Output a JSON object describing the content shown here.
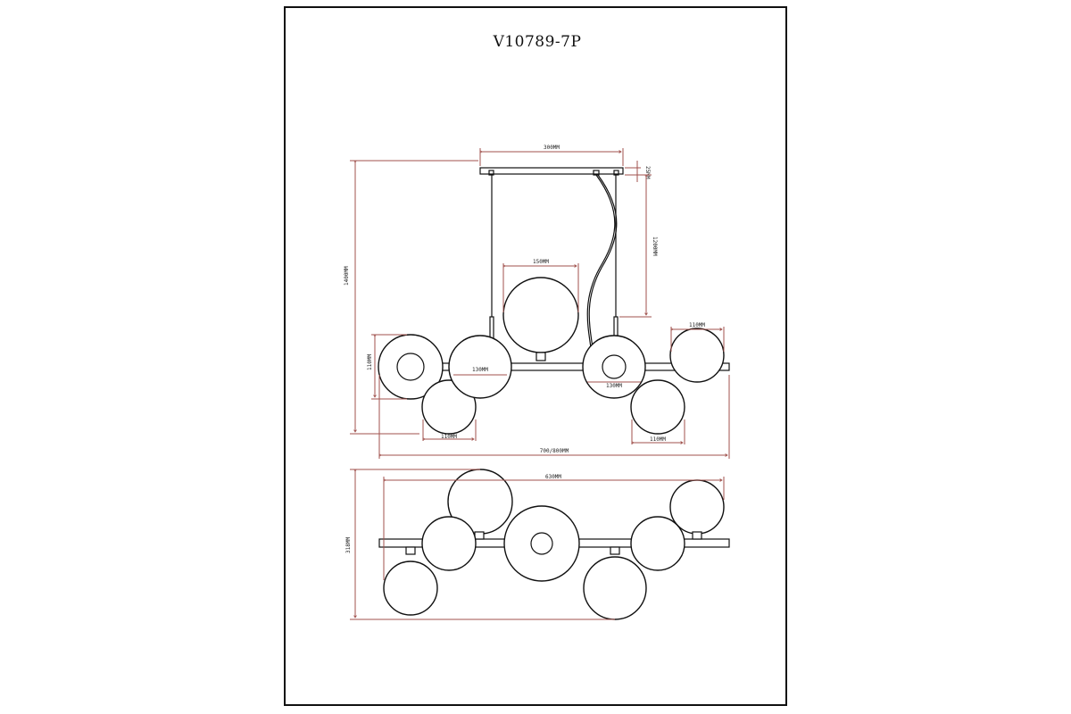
{
  "title": "V10789-7P",
  "dimensions": {
    "canopy_width": "300MM",
    "canopy_height": "25MM",
    "cable_length": "1200MM",
    "total_height": "1400MM",
    "center_globe": "150MM",
    "side_globe_top_right": "110MM",
    "left_globe_height": "110MM",
    "mid_globe_left": "130MM",
    "mid_globe_right": "130MM",
    "lower_globe_left": "110MM",
    "lower_globe_right": "110MM",
    "overall_length": "700/800MM",
    "top_view_length": "630MM",
    "top_view_depth": "318MM"
  }
}
